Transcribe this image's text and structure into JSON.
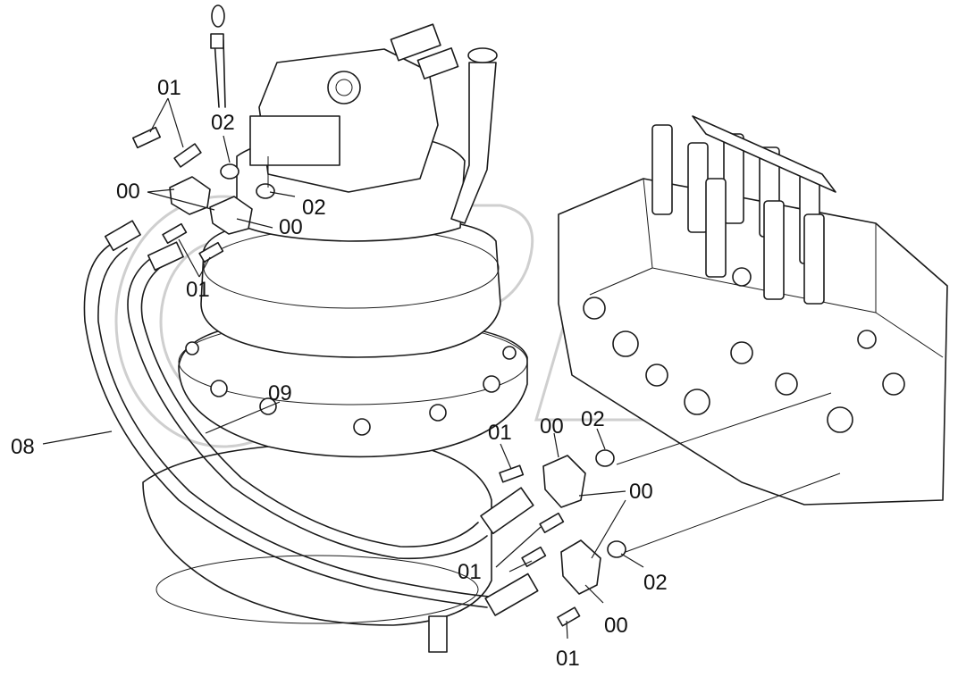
{
  "diagram": {
    "callouts": {
      "c01_top": "01",
      "c02_top": "02",
      "c00_left": "00",
      "c02_mid": "02",
      "c00_mid": "00",
      "c01_left": "01",
      "c09": "09",
      "c08": "08",
      "c01_center": "01",
      "c00_center": "00",
      "c02_center": "02",
      "c00_right": "00",
      "c01_lower": "01",
      "c02_right": "02",
      "c00_bottom": "00",
      "c01_bottom": "01"
    },
    "watermark": {
      "text": "OPEX"
    }
  }
}
